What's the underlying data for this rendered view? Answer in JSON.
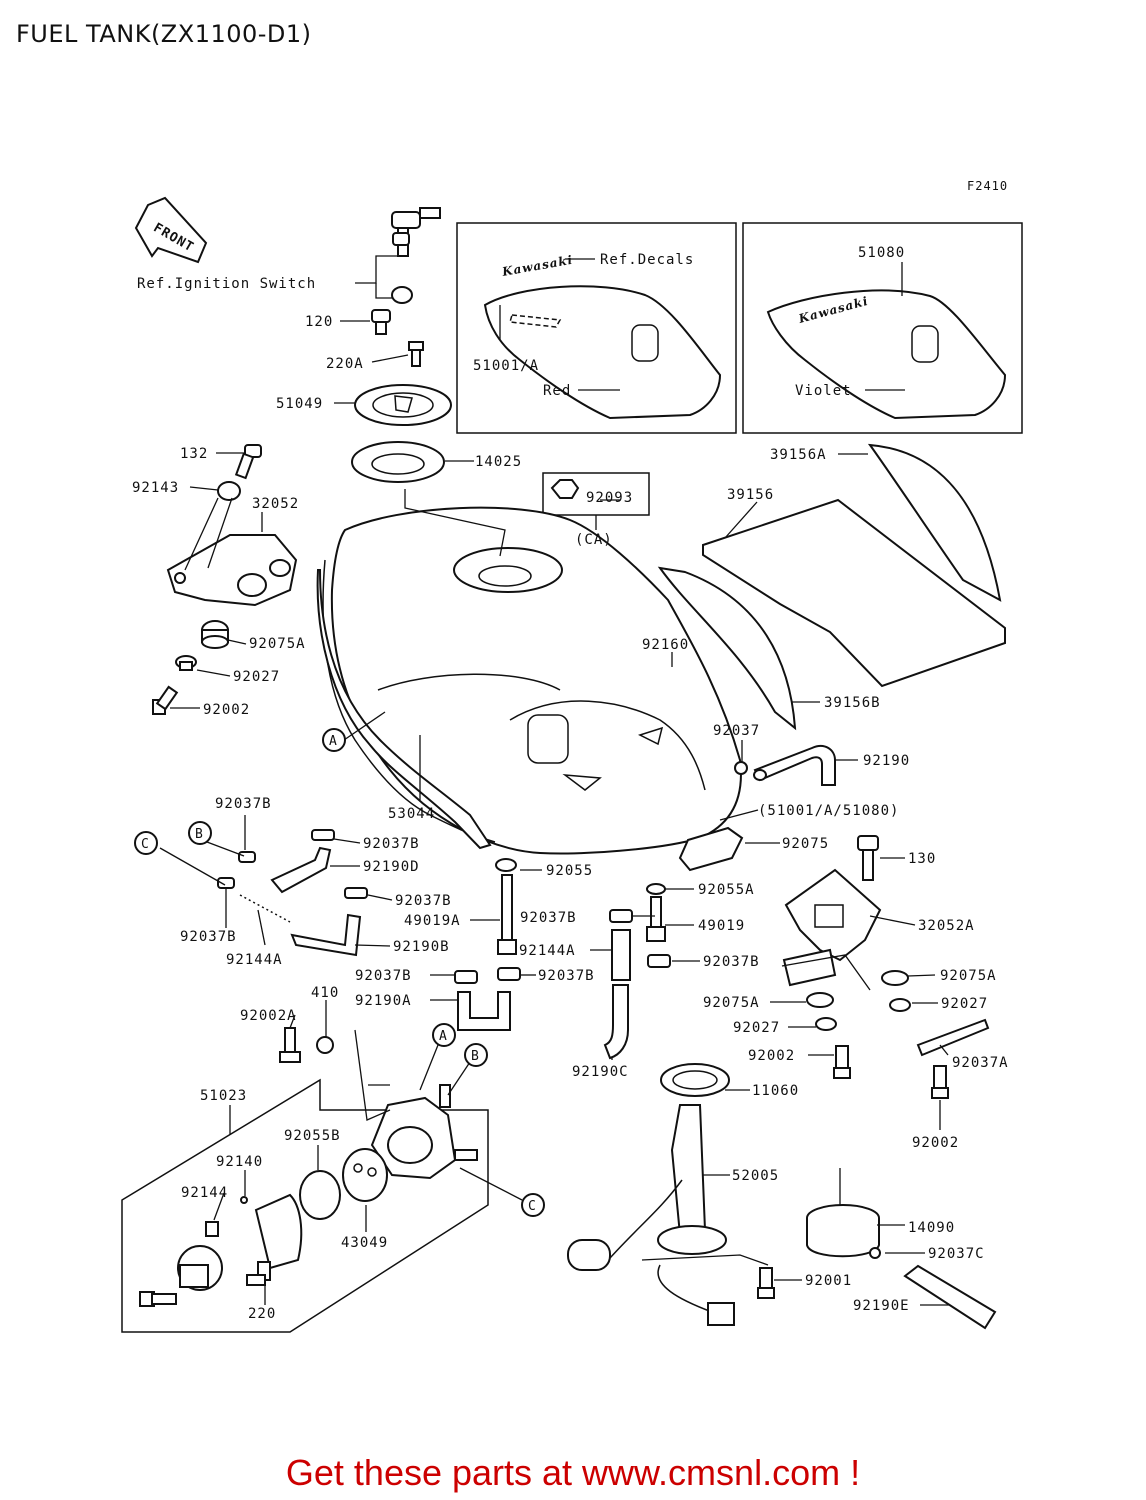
{
  "title": "FUEL TANK(ZX1100-D1)",
  "figure_code": "F2410",
  "front_label": "FRONT",
  "brand_on_decal": "Kawasaki",
  "callout_letters": [
    "A",
    "B",
    "C"
  ],
  "labels": {
    "ref_ignition": "Ref.Ignition Switch",
    "ref_decals": "Ref.Decals",
    "p51001a": "51001/A",
    "red": "Red",
    "p51080": "51080",
    "violet": "Violet",
    "p120": "120",
    "p220a": "220A",
    "p51049": "51049",
    "p132": "132",
    "p92143": "92143",
    "p32052": "32052",
    "p14025": "14025",
    "p92093": "92093",
    "ca": "(CA)",
    "p39156a": "39156A",
    "p39156": "39156",
    "p92160": "92160",
    "p39156b": "39156B",
    "p92075a_l": "92075A",
    "p92027_l": "92027",
    "p92002_l": "92002",
    "p92037": "92037",
    "p92190": "92190",
    "p53044": "53044",
    "decal_ref": "(51001/A/51080)",
    "p92037b_a": "92037B",
    "p92037b_b": "92037B",
    "p92190d": "92190D",
    "p92037b_c": "92037B",
    "p92037b_d": "92037B",
    "p92144a_l": "92144A",
    "p92190b": "92190B",
    "p92055": "92055",
    "p92075": "92075",
    "p130": "130",
    "p92055a": "92055A",
    "p49019a": "49019A",
    "p92037b_e": "92037B",
    "p49019": "49019",
    "p32052a": "32052A",
    "p92144a_r": "92144A",
    "p92037b_f": "92037B",
    "p92037b_g": "92037B",
    "p92037b_h": "92037B",
    "p92075a_r": "92075A",
    "p410": "410",
    "p92190a": "92190A",
    "p92075a_m": "92075A",
    "p92027_r": "92027",
    "p92002a": "92002A",
    "p92027_m": "92027",
    "p92037a": "92037A",
    "p92002_m": "92002",
    "p92190c": "92190C",
    "p51023": "51023",
    "p11060": "11060",
    "p92002_r": "92002",
    "p92055b": "92055B",
    "p92140": "92140",
    "p52005": "52005",
    "p92144": "92144",
    "p43049": "43049",
    "p14090": "14090",
    "p92037c": "92037C",
    "p92001": "92001",
    "p220": "220",
    "p92190e": "92190E"
  },
  "footer": {
    "text": "Get these parts at www.cmsnl.com !",
    "color": "#cc0000"
  }
}
